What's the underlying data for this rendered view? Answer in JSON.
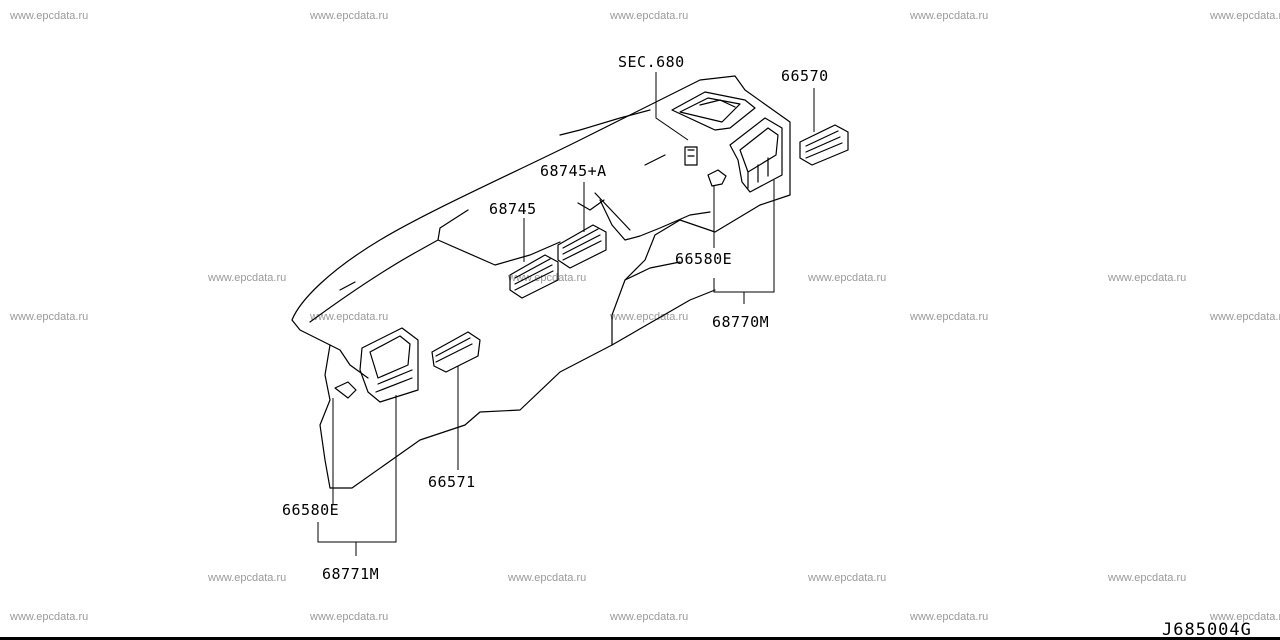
{
  "watermark_text": "www.epcdata.ru",
  "callouts": {
    "sec680": "SEC.680",
    "p66570": "66570",
    "p68745a": "68745+A",
    "p68745": "68745",
    "p66580e_right": "66580E",
    "p68770m": "68770M",
    "p66571": "66571",
    "p66580e_left": "66580E",
    "p68771m": "68771M"
  },
  "diagram_code": "J685004G"
}
